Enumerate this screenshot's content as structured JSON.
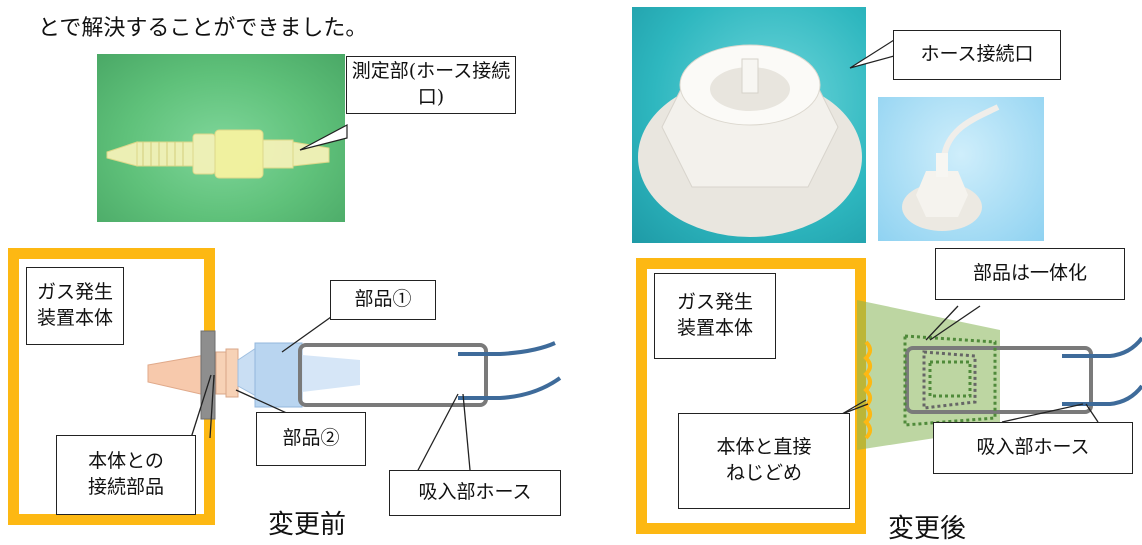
{
  "intro_text": "とで解決することができました。",
  "top_left_photo": {
    "callout": "測定部(ホース接続口)"
  },
  "top_right_photo": {
    "callout": "ホース接続口"
  },
  "before_diagram": {
    "caption": "変更前",
    "labels": {
      "device_body": "ガス発生\n装置本体",
      "part1": "部品①",
      "part2": "部品②",
      "connector": "本体との\n接続部品",
      "hose": "吸入部ホース"
    }
  },
  "after_diagram": {
    "caption": "変更後",
    "labels": {
      "device_body": "ガス発生\n装置本体",
      "integrated": "部品は一体化",
      "direct_screw": "本体と直接\nねじどめ",
      "hose": "吸入部ホース"
    }
  },
  "colors": {
    "frame_orange": "#FDB813",
    "photo_green": "#5fc17a",
    "photo_teal": "#2eb7bf",
    "hose_blue": "#3e6b9a",
    "tube_gray": "#7a7a7a",
    "part_light_blue": "#b9d5f0",
    "connector_peach": "#f7c9ac",
    "integrated_green": "#86b556"
  }
}
